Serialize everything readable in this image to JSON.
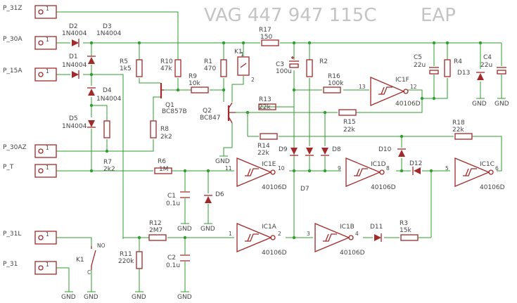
{
  "title": {
    "part": "VAG 447 947 115C",
    "suffix": "EAP"
  },
  "connectors": [
    {
      "name": "P_31Z",
      "pin": "1"
    },
    {
      "name": "P_30A",
      "pin": "1"
    },
    {
      "name": "P_15A",
      "pin": "1"
    },
    {
      "name": "P_30AZ",
      "pin": "1"
    },
    {
      "name": "P_T",
      "pin": "1"
    },
    {
      "name": "P_31L",
      "pin": "1"
    },
    {
      "name": "P_31",
      "pin": "1"
    }
  ],
  "diodes": {
    "D1": {
      "ref": "D1",
      "value": "1N4004"
    },
    "D2": {
      "ref": "D2",
      "value": "1N4004"
    },
    "D3": {
      "ref": "D3",
      "value": "1N4004"
    },
    "D4": {
      "ref": "D4",
      "value": "1N4004"
    },
    "D5": {
      "ref": "D5",
      "value": "1N4004"
    },
    "D6": {
      "ref": "D6"
    },
    "D7": {
      "ref": "D7"
    },
    "D8": {
      "ref": "D8"
    },
    "D9": {
      "ref": "D9"
    },
    "D10": {
      "ref": "D10"
    },
    "D11": {
      "ref": "D11"
    },
    "D12": {
      "ref": "D12"
    },
    "D13": {
      "ref": "D13"
    }
  },
  "resistors": {
    "R1": {
      "ref": "R1",
      "value": "470"
    },
    "R2": {
      "ref": "R2",
      "value": ""
    },
    "R3": {
      "ref": "R3",
      "value": "15k"
    },
    "R4": {
      "ref": "R4",
      "value": ""
    },
    "R5": {
      "ref": "R5",
      "value": "1k5"
    },
    "R6": {
      "ref": "R6",
      "value": "1M"
    },
    "R7": {
      "ref": "R7",
      "value": "2k2"
    },
    "R8": {
      "ref": "R8",
      "value": "2k2"
    },
    "R9": {
      "ref": "R9",
      "value": "10k"
    },
    "R10": {
      "ref": "R10",
      "value": "47k"
    },
    "R11": {
      "ref": "R11",
      "value": "220k"
    },
    "R12": {
      "ref": "R12",
      "value": "2M7"
    },
    "R13": {
      "ref": "R13",
      "value": "22k"
    },
    "R14": {
      "ref": "R14",
      "value": "22k"
    },
    "R15": {
      "ref": "R15",
      "value": "22k"
    },
    "R16": {
      "ref": "R16",
      "value": "100k"
    },
    "R17": {
      "ref": "R17",
      "value": "150"
    },
    "R18": {
      "ref": "R18",
      "value": "22k"
    }
  },
  "capacitors": {
    "C1": {
      "ref": "C1",
      "value": "0.1u"
    },
    "C2": {
      "ref": "C2",
      "value": "0.1u"
    },
    "C3": {
      "ref": "C3",
      "value": "100u"
    },
    "C4": {
      "ref": "C4",
      "value": "22u"
    },
    "C5": {
      "ref": "C5",
      "value": "22u"
    }
  },
  "transistors": {
    "Q1": {
      "ref": "Q1",
      "value": "BC857B"
    },
    "Q2": {
      "ref": "Q2",
      "value": "BC847"
    }
  },
  "relay": {
    "ref": "K1",
    "pin1": "1",
    "pin2": "2",
    "contact_c": "C",
    "contact_no": "NO"
  },
  "gates": {
    "IC1A": {
      "ref": "IC1A",
      "value": "40106D",
      "in": "1",
      "out": "2"
    },
    "IC1B": {
      "ref": "IC1B",
      "value": "40106D",
      "in": "3",
      "out": "4"
    },
    "IC1C": {
      "ref": "IC1C",
      "value": "40106D",
      "in": "5",
      "out": "6"
    },
    "IC1D": {
      "ref": "IC1D",
      "value": "40106D",
      "in": "9",
      "out": "8"
    },
    "IC1E": {
      "ref": "IC1E",
      "value": "40106D",
      "in": "11",
      "out": "10"
    },
    "IC1F": {
      "ref": "IC1F",
      "value": "40106D",
      "in": "13",
      "out": "12"
    }
  },
  "ground_label": "GND"
}
